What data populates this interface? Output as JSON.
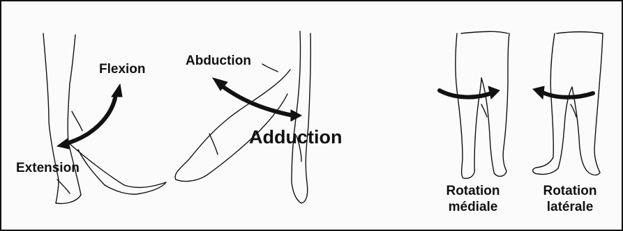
{
  "labels": {
    "flexion": "Flexion",
    "extension": "Extension",
    "abduction": "Abduction",
    "adduction": "Adduction",
    "rotation_mediale": [
      "Rotation",
      "médiale"
    ],
    "rotation_laterale": [
      "Rotation",
      "latérale"
    ]
  },
  "colors": {
    "ink": "#111111",
    "background": "#fbfbfb"
  }
}
